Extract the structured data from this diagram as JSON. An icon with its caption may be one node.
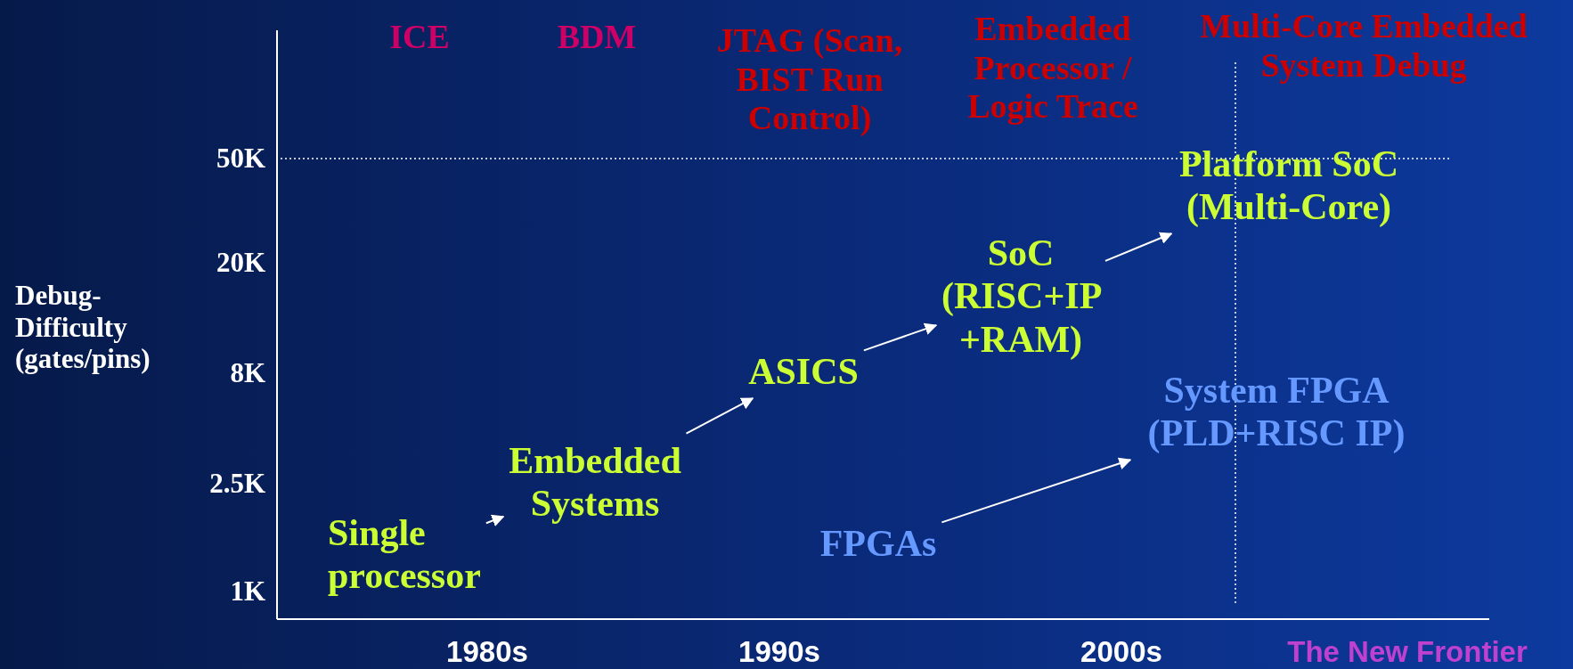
{
  "diagram": {
    "nodes": [
      {
        "text": [
          "Single processor"
        ]
      },
      {
        "text": [
          "Embedded Systems"
        ]
      },
      {
        "text": [
          "ASICS"
        ]
      },
      {
        "text": [
          "SoC (RISC+IP +RAM)"
        ]
      },
      {
        "text": [
          "Platform SoC (Multi-Core)"
        ]
      },
      {
        "text": [
          "System FPGA (PLD+RISC IP)"
        ]
      },
      {
        "text": [
          "FPGAs"
        ]
      }
    ],
    "edges": [
      {
        "from": 0,
        "to": 1,
        "arrow": "to"
      },
      {
        "from": 1,
        "to": 2,
        "arrow": "to"
      },
      {
        "from": 2,
        "to": 3,
        "arrow": "to"
      },
      {
        "from": 3,
        "to": 4,
        "arrow": "to"
      },
      {
        "from": 6,
        "to": 5,
        "arrow": "to"
      }
    ],
    "labels": [
      "ICE",
      "BDM",
      "JTAG (Scan, BIST Run Control)",
      "Embedded Processor / Logic Trace",
      "Multi-Core Embedded System Debug",
      "50K",
      "20K",
      "Debug- Difficulty (gates/pins)",
      "8K",
      "2.5K",
      "1K",
      "1980s",
      "1990s",
      "2000s",
      "The New Frontier"
    ]
  }
}
